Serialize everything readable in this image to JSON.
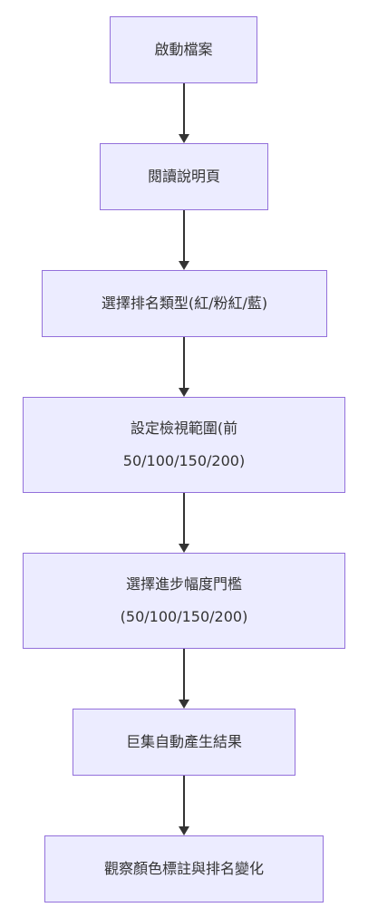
{
  "diagram": {
    "type": "flowchart",
    "direction": "top-down",
    "colors": {
      "node_fill": "#ececff",
      "node_border": "#9370db",
      "edge": "#333333",
      "text": "#333333"
    },
    "nodes": [
      {
        "id": "n1",
        "lines": [
          "啟動檔案"
        ]
      },
      {
        "id": "n2",
        "lines": [
          "閱讀說明頁"
        ]
      },
      {
        "id": "n3",
        "lines": [
          "選擇排名類型(紅/粉紅/藍)"
        ]
      },
      {
        "id": "n4",
        "lines": [
          "設定檢視範圍(前",
          "50/100/150/200)"
        ]
      },
      {
        "id": "n5",
        "lines": [
          "選擇進步幅度門檻",
          "(50/100/150/200)"
        ]
      },
      {
        "id": "n6",
        "lines": [
          "巨集自動產生結果"
        ]
      },
      {
        "id": "n7",
        "lines": [
          "觀察顏色標註與排名變化"
        ]
      }
    ],
    "edges": [
      {
        "from": "n1",
        "to": "n2"
      },
      {
        "from": "n2",
        "to": "n3"
      },
      {
        "from": "n3",
        "to": "n4"
      },
      {
        "from": "n4",
        "to": "n5"
      },
      {
        "from": "n5",
        "to": "n6"
      },
      {
        "from": "n6",
        "to": "n7"
      }
    ]
  }
}
